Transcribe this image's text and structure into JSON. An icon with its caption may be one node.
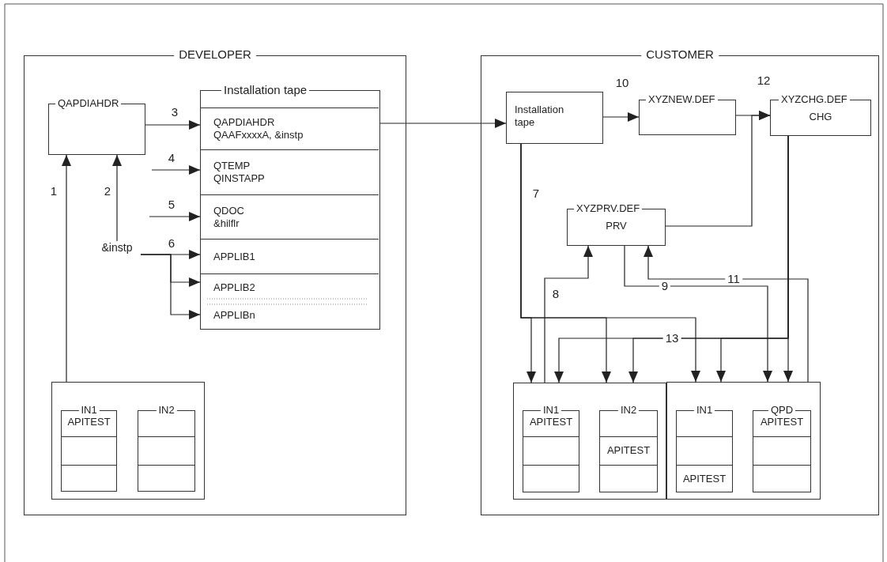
{
  "diagram": {
    "nodes": [
      {
        "text": [
          "DEVELOPER"
        ]
      },
      {
        "text": [
          "QAPDIAHDR"
        ],
        "in": 0
      },
      {
        "text": [
          "Installation tape"
        ],
        "in": 0
      },
      {
        "text": [
          "QAPDIAHDR QAAFxxxxA, &instp"
        ],
        "in": 2
      },
      {
        "text": [
          "QTEMP QINSTAPP"
        ],
        "in": 2
      },
      {
        "text": [
          "QDOC &hilflr"
        ],
        "in": 2
      },
      {
        "text": [
          "APPLIB1"
        ],
        "in": 2
      },
      {
        "text": [
          "APPLIB2"
        ],
        "in": 2
      },
      {
        "text": [
          "APPLIBn"
        ],
        "in": 2
      },
      {
        "text": [
          "&instp"
        ],
        "in": 0
      },
      {
        "text": [],
        "shape": "box",
        "in": 0
      },
      {
        "text": [
          "IN1",
          "APITEST"
        ],
        "in": 10
      },
      {
        "text": [
          "IN2"
        ],
        "in": 10
      },
      {
        "text": [
          "CUSTOMER"
        ]
      },
      {
        "text": [
          "Installation tape"
        ],
        "in": 13
      },
      {
        "text": [
          "XYZNEW.DEF"
        ],
        "in": 13
      },
      {
        "text": [
          "XYZCHG.DEF",
          "CHG"
        ],
        "in": 13
      },
      {
        "text": [
          "XYZPRV.DEF",
          "PRV"
        ],
        "in": 13
      },
      {
        "text": [],
        "shape": "box",
        "in": 13
      },
      {
        "text": [
          "IN1",
          "APITEST"
        ],
        "in": 18
      },
      {
        "text": [
          "IN2",
          "APITEST"
        ],
        "in": 18
      },
      {
        "text": [],
        "shape": "box",
        "in": 13
      },
      {
        "text": [
          "IN1",
          "APITEST"
        ],
        "in": 21
      },
      {
        "text": [
          "QPD",
          "APITEST"
        ],
        "in": 21
      }
    ],
    "edges": [
      {
        "from": 10,
        "to": 1,
        "arrow": "to",
        "label": "1"
      },
      {
        "from": 9,
        "to": 1,
        "arrow": "to",
        "label": "2"
      },
      {
        "from": 1,
        "to": 3,
        "arrow": "to",
        "label": "3"
      },
      {
        "from": null,
        "to": 4,
        "arrow": "to",
        "label": "4"
      },
      {
        "from": null,
        "to": 5,
        "arrow": "to",
        "label": "5"
      },
      {
        "from": 9,
        "to": 6,
        "arrow": "to",
        "label": "6"
      },
      {
        "from": 9,
        "to": 7,
        "arrow": "to"
      },
      {
        "from": 9,
        "to": 8,
        "arrow": "to"
      },
      {
        "from": 2,
        "to": 14,
        "arrow": "to"
      },
      {
        "from": 14,
        "to": 15,
        "arrow": "to",
        "label": "10"
      },
      {
        "from": 15,
        "to": 16,
        "arrow": "to",
        "label": "12"
      },
      {
        "from": 17,
        "to": 16,
        "arrow": "to"
      },
      {
        "from": 14,
        "to": 18,
        "arrow": "to",
        "label": "7"
      },
      {
        "from": 14,
        "to": 18,
        "arrow": "to"
      },
      {
        "from": 14,
        "to": 21,
        "arrow": "to"
      },
      {
        "from": 16,
        "to": 18,
        "arrow": "to",
        "label": "13"
      },
      {
        "from": 16,
        "to": 18,
        "arrow": "to"
      },
      {
        "from": 16,
        "to": 21,
        "arrow": "to"
      },
      {
        "from": 16,
        "to": 21,
        "arrow": "to"
      },
      {
        "from": 18,
        "to": 17,
        "arrow": "to",
        "label": "8"
      },
      {
        "from": 17,
        "to": 21,
        "arrow": "to",
        "label": "9"
      },
      {
        "from": 21,
        "to": 17,
        "arrow": "to",
        "label": "11"
      }
    ]
  }
}
